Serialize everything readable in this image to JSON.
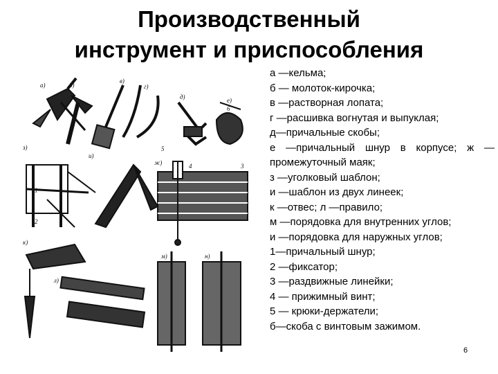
{
  "slide": {
    "title_line1": "Производственный",
    "title_line2": "инструмент и приспособления",
    "page_number": "6"
  },
  "legend": [
    "а —кельма;",
    "б — молоток-кирочка;",
    "в —растворная лопата;",
    "г —расшивка вогнутая и выпуклая;",
    "д—причальные скобы;",
    "е —причальный шнур в корпусе; ж —",
    "промежуточный маяк;",
    "з —уголковый шаблон;",
    "и —шаблон из двух линеек;",
    "к —отвес; л —правило;",
    "м —порядовка для внутренних углов;",
    "и —порядовка для наружных углов;",
    "1—причальный шнур;",
    "2 —фиксатор;",
    "3 —раздвижные линейки;",
    "4 — прижимный винт;",
    "5 — крюки-держатели;",
    "б—скоба с винтовым зажимом."
  ],
  "figure_labels": [
    "а)",
    "б)",
    "в)",
    "г)",
    "д)",
    "е)",
    "ж)",
    "з)",
    "и)",
    "к)",
    "л)",
    "м)",
    "н)",
    "1",
    "2",
    "3",
    "4",
    "5",
    "6"
  ]
}
